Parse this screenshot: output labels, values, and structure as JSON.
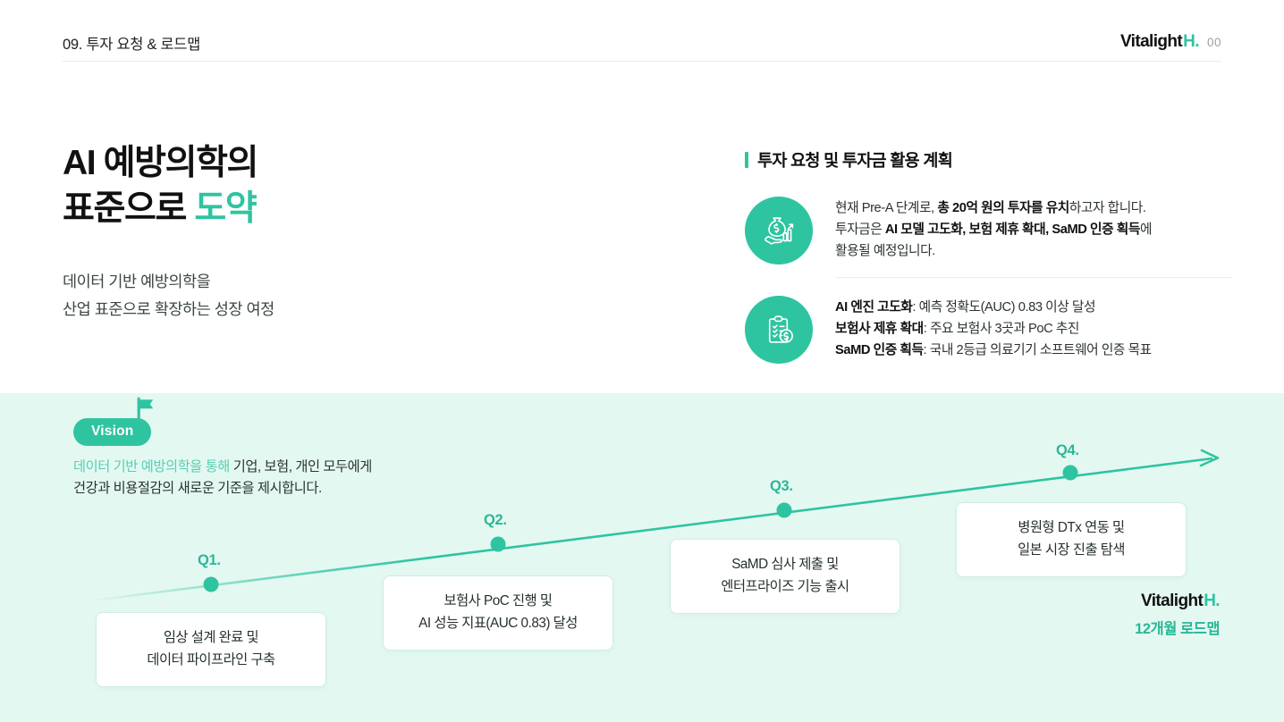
{
  "header": {
    "title": "09. 투자 요청 & 로드맵",
    "brand_main": "Vitalight",
    "brand_accent": "H.",
    "page_number": "00"
  },
  "hero": {
    "title_line1": "AI 예방의학의",
    "title_line2_plain": "표준으로 ",
    "title_line2_accent": "도약",
    "subtitle_line1": "데이터 기반 예방의학을",
    "subtitle_line2": "산업 표준으로 확장하는 성장 여정"
  },
  "panel": {
    "heading": "투자 요청 및 투자금 활용 계획",
    "items": [
      {
        "icon": "money-bag-growth-icon",
        "lines": [
          [
            {
              "t": "현재 Pre-A 단계로, ",
              "b": false
            },
            {
              "t": "총 20억 원의 투자를 유치",
              "b": true
            },
            {
              "t": "하고자 합니다.",
              "b": false
            }
          ],
          [
            {
              "t": "투자금은 ",
              "b": false
            },
            {
              "t": "AI 모델 고도화, 보험 제휴 확대, SaMD 인증 획득",
              "b": true
            },
            {
              "t": "에",
              "b": false
            }
          ],
          [
            {
              "t": "활용될 예정입니다.",
              "b": false
            }
          ]
        ]
      },
      {
        "icon": "clipboard-check-dollar-icon",
        "lines": [
          [
            {
              "t": "AI 엔진 고도화",
              "b": true
            },
            {
              "t": ": 예측 정확도(AUC) 0.83 이상 달성",
              "b": false
            }
          ],
          [
            {
              "t": "보험사 제휴 확대",
              "b": true
            },
            {
              "t": ": 주요 보험사 3곳과 PoC 추진",
              "b": false
            }
          ],
          [
            {
              "t": "SaMD 인증 획득",
              "b": true
            },
            {
              "t": ": 국내 2등급 의료기기 소프트웨어 인증 목표",
              "b": false
            }
          ]
        ]
      }
    ]
  },
  "roadmap": {
    "vision_badge": "Vision",
    "vision_accent": "데이터 기반 예방의학을 통해",
    "vision_rest": " 기업, 보험, 개인 모두에게",
    "vision_line2": "건강과 비용절감의 새로운 기준을 제시합니다.",
    "milestones": [
      {
        "label": "Q1.",
        "line1": "임상 설계 완료 및",
        "line2": "데이터 파이프라인 구축"
      },
      {
        "label": "Q2.",
        "line1": "보험사 PoC 진행 및",
        "line2": "AI 성능 지표(AUC 0.83) 달성"
      },
      {
        "label": "Q3.",
        "line1": "SaMD 심사 제출 및",
        "line2": "엔터프라이즈 기능 출시"
      },
      {
        "label": "Q4.",
        "line1": "병원형 DTx 연동 및",
        "line2": "일본 시장 진출 탐색"
      }
    ],
    "footer_brand_main": "Vitalight",
    "footer_brand_accent": "H.",
    "footer_sub": "12개월 로드맵"
  },
  "colors": {
    "accent": "#2ec4a0",
    "accent_dark": "#2ab795",
    "panel_bg": "#e4f8f2",
    "text": "#1a1a1a"
  }
}
